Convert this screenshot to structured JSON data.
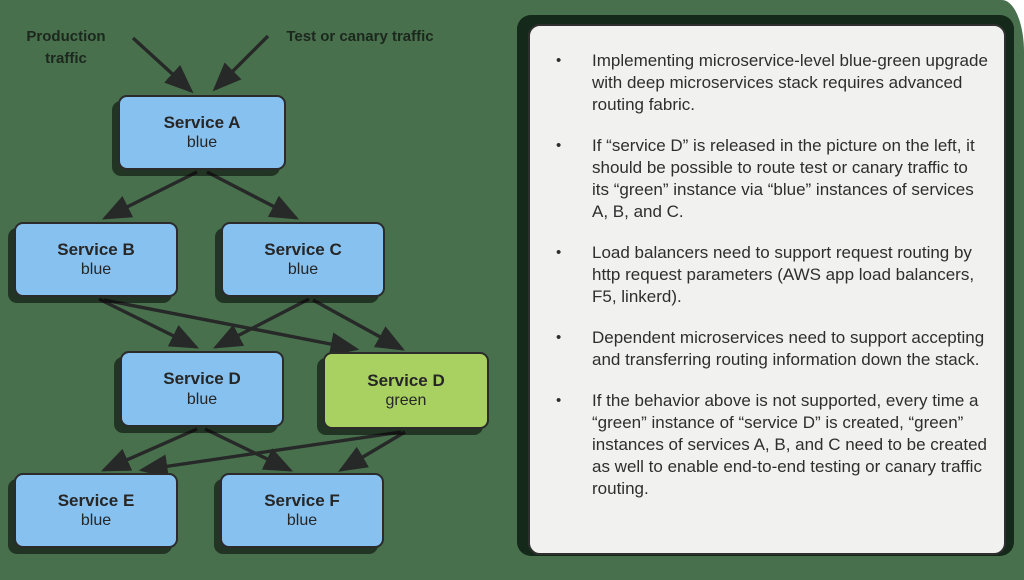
{
  "canvas": {
    "background_color": "#48704d"
  },
  "diagram": {
    "labels": {
      "production": "Production traffic",
      "test_canary": "Test or canary traffic"
    },
    "nodes": [
      {
        "name": "Service A",
        "variant": "blue"
      },
      {
        "name": "Service B",
        "variant": "blue"
      },
      {
        "name": "Service C",
        "variant": "blue"
      },
      {
        "name": "Service D",
        "variant": "blue"
      },
      {
        "name": "Service D",
        "variant": "green"
      },
      {
        "name": "Service E",
        "variant": "blue"
      },
      {
        "name": "Service F",
        "variant": "blue"
      }
    ],
    "colors": {
      "blue_fill": "#87c1f0",
      "green_fill": "#a9d162",
      "node_border": "#2b2b2b",
      "arrow": "#242424",
      "label_text": "#1c271d"
    }
  },
  "panel": {
    "background_color": "#f1f1ef",
    "bullet_glyph": "•",
    "bullets": [
      "Implementing microservice-level blue-green upgrade with deep microservices stack requires advanced routing fabric.",
      "If “service D” is released in the picture on the left, it should be possible to route test or canary traffic to its “green” instance via “blue” instances of services A, B, and C.",
      "Load balancers need to support request routing by http request parameters (AWS app load balancers, F5, linkerd).",
      "Dependent microservices need to support accepting and transferring routing information down the stack.",
      "If the behavior above is not supported, every time a “green” instance of “service D” is created, “green” instances of services A, B, and C need to be created as well to enable end-to-end testing or canary traffic routing."
    ]
  }
}
